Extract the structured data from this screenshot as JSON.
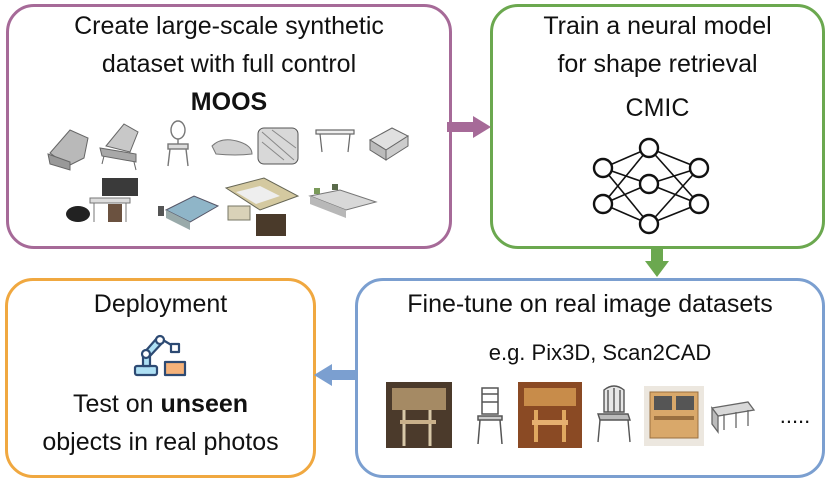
{
  "colors": {
    "purple": "#A66A98",
    "green": "#6BA84F",
    "blue": "#7B9FD0",
    "orange": "#F0A840"
  },
  "box_create": {
    "title_line1": "Create large-scale synthetic",
    "title_line2": "dataset with full control",
    "name": "MOOS"
  },
  "box_train": {
    "title_line1": "Train a neural model",
    "title_line2": "for shape retrieval",
    "name": "CMIC"
  },
  "box_finetune": {
    "title": "Fine-tune on real image datasets",
    "examples": "e.g. Pix3D, Scan2CAD",
    "ellipsis": "....."
  },
  "box_deploy": {
    "title": "Deployment",
    "test_prefix": "Test on ",
    "test_bold": "unseen",
    "test_line2": "objects in real photos"
  },
  "icons": [
    "robot-arm-icon",
    "neural-network-icon"
  ]
}
